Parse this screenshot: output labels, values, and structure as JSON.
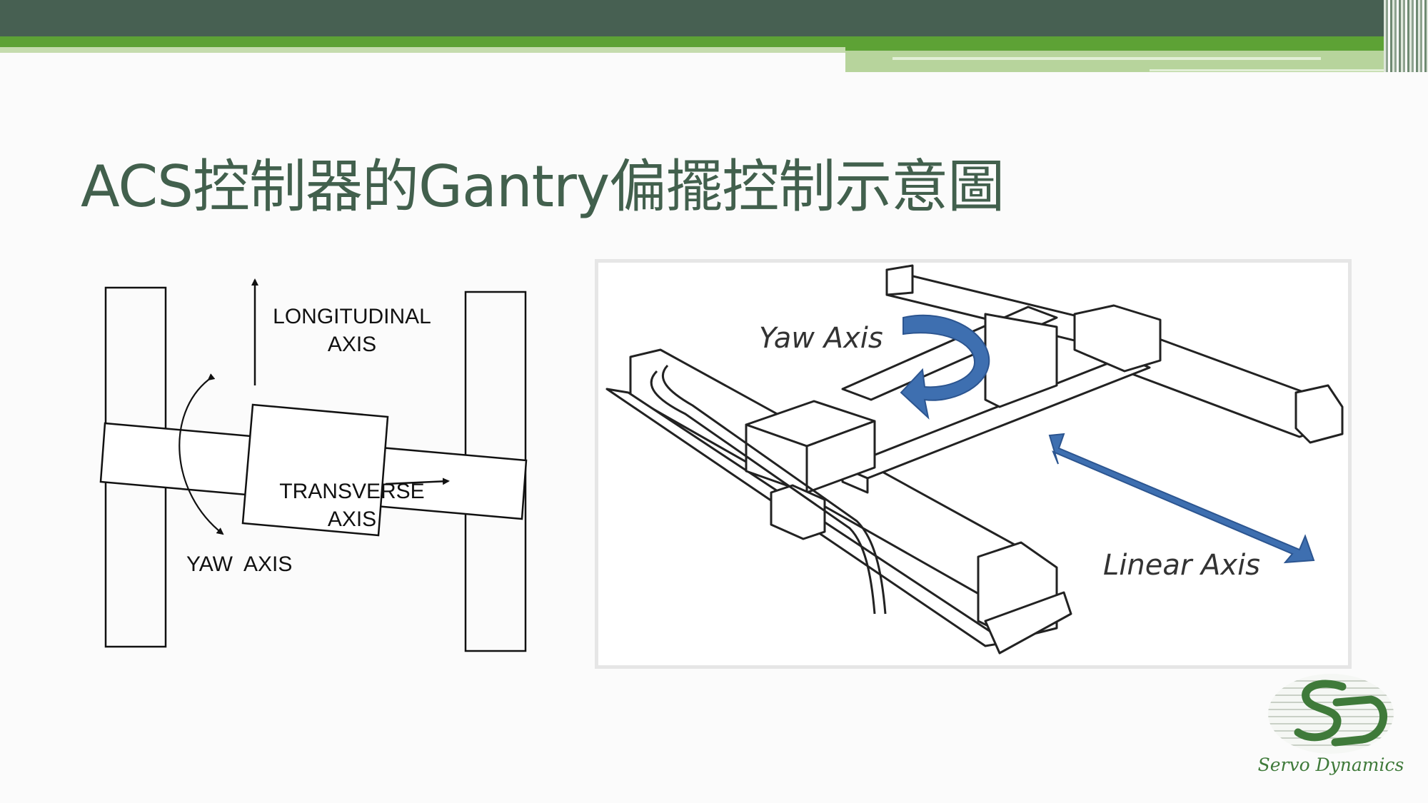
{
  "slide": {
    "title": "ACS控制器的Gantry偏擺控制示意圖"
  },
  "schematic": {
    "longitudinal_label_1": "LONGITUDINAL",
    "longitudinal_label_2": "AXIS",
    "transverse_label_1": "TRANSVERSE",
    "transverse_label_2": "AXIS",
    "yaw_label": "YAW  AXIS"
  },
  "gantry_illustration": {
    "yaw_label": "Yaw Axis",
    "linear_label": "Linear Axis",
    "arrow_color": "#3e6fb0"
  },
  "logo": {
    "text": "Servo Dynamics",
    "color": "#3f7a3a"
  }
}
